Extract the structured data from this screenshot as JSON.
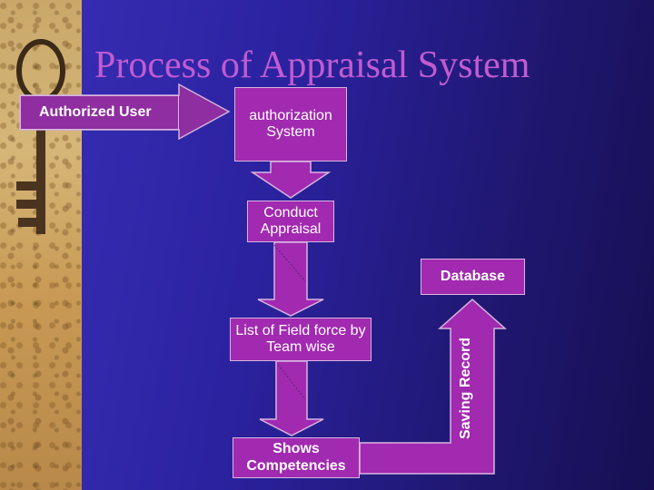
{
  "title": "Process of Appraisal System",
  "flow": {
    "authorized_user": "Authorized User",
    "authorization_system": "authorization System",
    "conduct_appraisal": "Conduct Appraisal",
    "database": "Database",
    "list_field_force": "List of Field force by Team wise",
    "shows_competencies": "Shows Competencies",
    "saving_record": "Saving Record"
  },
  "colors": {
    "box_fill": "#a12ab0",
    "title": "#c25bd1",
    "background": "#2b22a0"
  }
}
